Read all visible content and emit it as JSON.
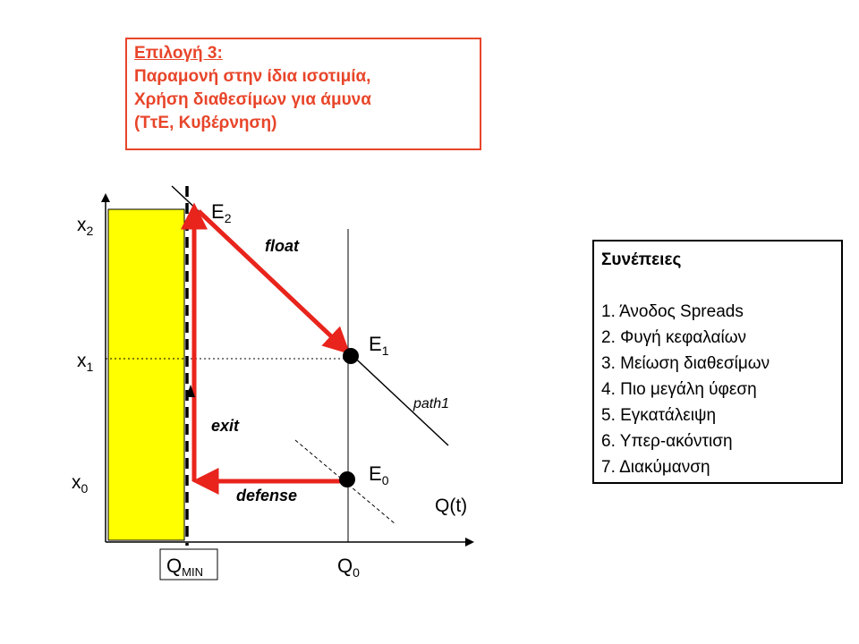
{
  "title": {
    "line1": "Επιλογή 3:",
    "line2": "Παραμονή στην ίδια ισοτιμία,",
    "line3": "Χρήση διαθεσίμων για άμυνα",
    "line4": "(ΤτΕ, Κυβέρνηση)"
  },
  "consequences": {
    "heading": "Συνέπειες",
    "items": [
      "1.   Άνοδος Spreads",
      "2. Φυγή κεφαλαίων",
      "3. Μείωση διαθεσίμων",
      "4. Πιο μεγάλη ύφεση",
      "5. Εγκατάλειψη",
      "6. Υπερ-ακόντιση",
      "7. Διακύμανση"
    ]
  },
  "diagram": {
    "y_labels": {
      "x2": {
        "base": "x",
        "sub": "2"
      },
      "x1": {
        "base": "x",
        "sub": "1"
      },
      "x0": {
        "base": "x",
        "sub": "0"
      }
    },
    "x_axis_label": "Q(t)",
    "q_min": {
      "base": "Q",
      "sub": "MIN"
    },
    "q0": {
      "base": "Q",
      "sub": "0"
    },
    "points": {
      "e2": {
        "base": "E",
        "sub": "2"
      },
      "e1": {
        "base": "E",
        "sub": "1"
      },
      "e0": {
        "base": "E",
        "sub": "0"
      }
    },
    "arrows": {
      "float": "float",
      "exit": "exit",
      "defense": "defense"
    },
    "path_label": "path1",
    "colors": {
      "arrow": "#e8241c",
      "band": "#ffff00",
      "title": "#e8452a"
    }
  }
}
